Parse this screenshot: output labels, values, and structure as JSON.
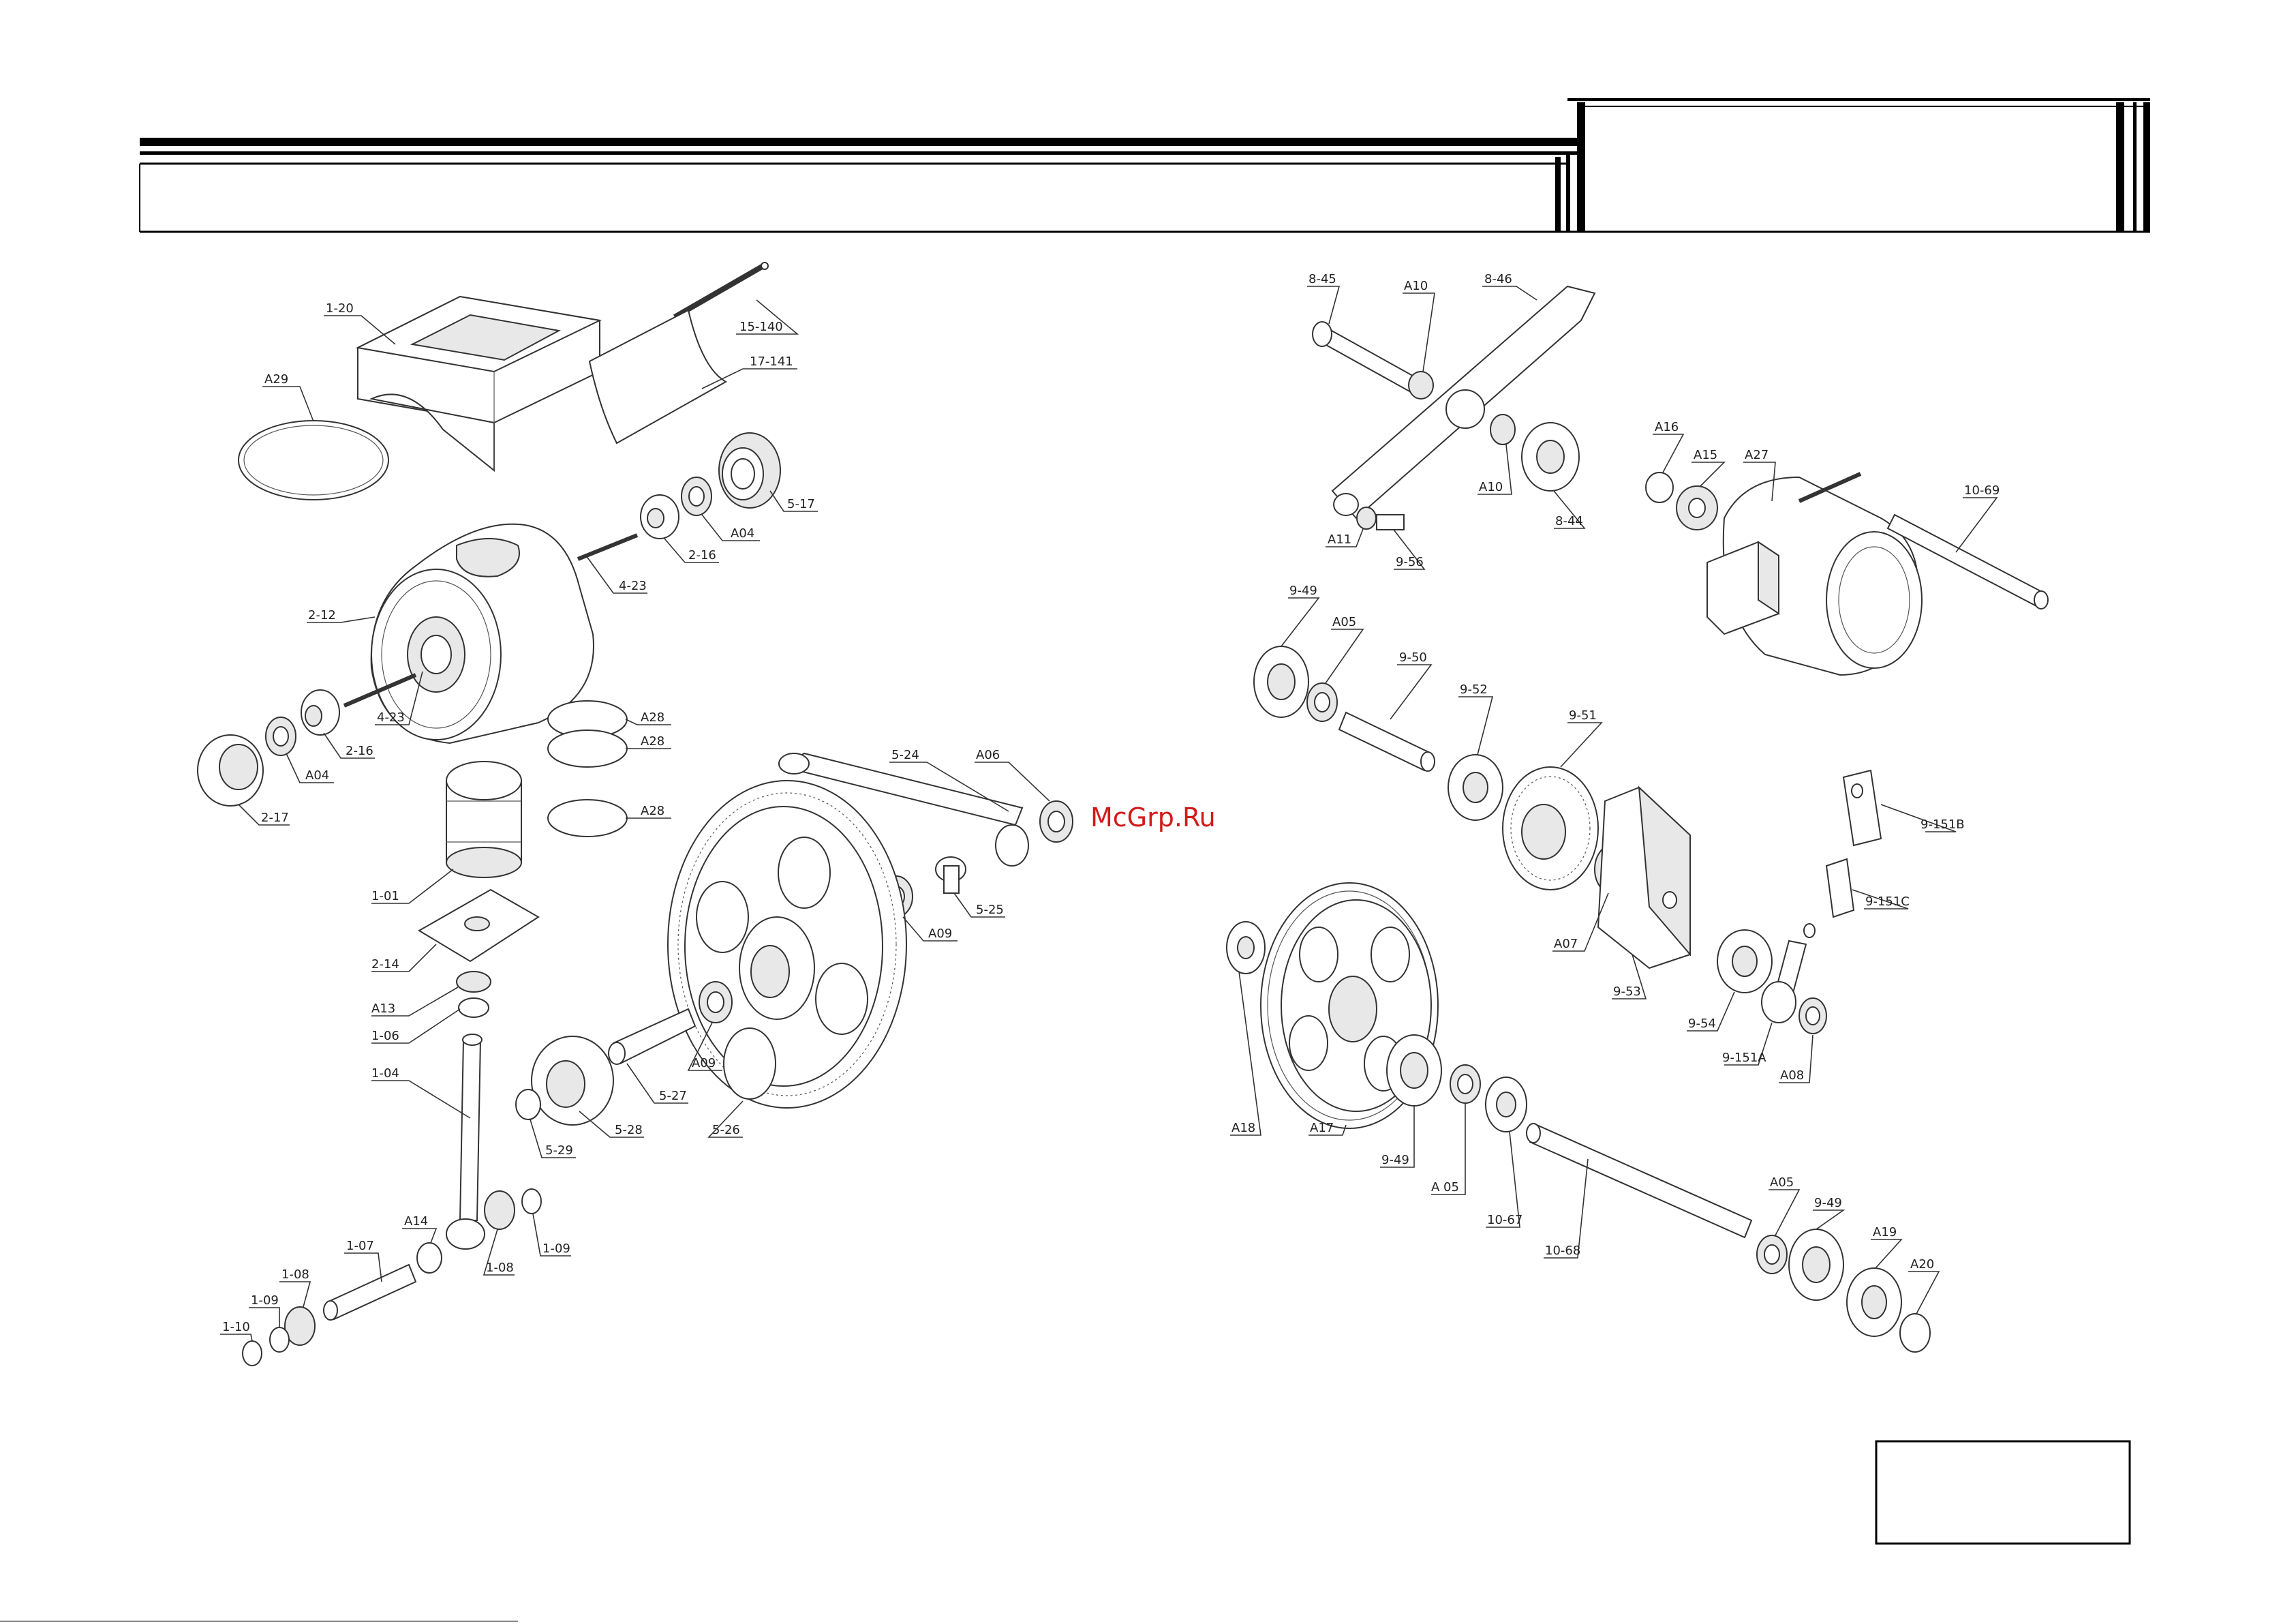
{
  "watermark": "McGrp.Ru",
  "left_callouts": [
    {
      "id": "c-1-20",
      "text": "1-20"
    },
    {
      "id": "c-15-140",
      "text": "15-140"
    },
    {
      "id": "c-17-141",
      "text": "17-141"
    },
    {
      "id": "c-A29",
      "text": "A29"
    },
    {
      "id": "c-5-17",
      "text": "5-17"
    },
    {
      "id": "c-A04a",
      "text": "A04"
    },
    {
      "id": "c-2-16a",
      "text": "2-16"
    },
    {
      "id": "c-4-23a",
      "text": "4-23"
    },
    {
      "id": "c-2-12",
      "text": "2-12"
    },
    {
      "id": "c-4-23b",
      "text": "4-23"
    },
    {
      "id": "c-2-16b",
      "text": "2-16"
    },
    {
      "id": "c-A04b",
      "text": "A04"
    },
    {
      "id": "c-2-17",
      "text": "2-17"
    },
    {
      "id": "c-A28a",
      "text": "A28"
    },
    {
      "id": "c-A28b",
      "text": "A28"
    },
    {
      "id": "c-A28c",
      "text": "A28"
    },
    {
      "id": "c-1-01",
      "text": "1-01"
    },
    {
      "id": "c-2-14",
      "text": "2-14"
    },
    {
      "id": "c-A13",
      "text": "A13"
    },
    {
      "id": "c-1-06",
      "text": "1-06"
    },
    {
      "id": "c-1-04",
      "text": "1-04"
    },
    {
      "id": "c-5-24",
      "text": "5-24"
    },
    {
      "id": "c-A06",
      "text": "A06"
    },
    {
      "id": "c-5-25",
      "text": "5-25"
    },
    {
      "id": "c-A09a",
      "text": "A09"
    },
    {
      "id": "c-A09b",
      "text": "A09"
    },
    {
      "id": "c-5-27",
      "text": "5-27"
    },
    {
      "id": "c-5-28",
      "text": "5-28"
    },
    {
      "id": "c-5-26",
      "text": "5-26"
    },
    {
      "id": "c-5-29",
      "text": "5-29"
    },
    {
      "id": "c-A14",
      "text": "A14"
    },
    {
      "id": "c-1-07",
      "text": "1-07"
    },
    {
      "id": "c-1-08a",
      "text": "1-08"
    },
    {
      "id": "c-1-09a",
      "text": "1-09"
    },
    {
      "id": "c-1-10",
      "text": "1-10"
    },
    {
      "id": "c-1-08b",
      "text": "1-08"
    },
    {
      "id": "c-1-09b",
      "text": "1-09"
    }
  ],
  "right_callouts": [
    {
      "id": "c-8-45",
      "text": "8-45"
    },
    {
      "id": "c-A10a",
      "text": "A10"
    },
    {
      "id": "c-8-46",
      "text": "8-46"
    },
    {
      "id": "c-A10b",
      "text": "A10"
    },
    {
      "id": "c-8-44",
      "text": "8-44"
    },
    {
      "id": "c-A11",
      "text": "A11"
    },
    {
      "id": "c-9-56",
      "text": "9-56"
    },
    {
      "id": "c-A16",
      "text": "A16"
    },
    {
      "id": "c-A15",
      "text": "A15"
    },
    {
      "id": "c-A27",
      "text": "A27"
    },
    {
      "id": "c-10-69",
      "text": "10-69"
    },
    {
      "id": "c-9-49a",
      "text": "9-49"
    },
    {
      "id": "c-A05a",
      "text": "A05"
    },
    {
      "id": "c-9-50",
      "text": "9-50"
    },
    {
      "id": "c-9-52",
      "text": "9-52"
    },
    {
      "id": "c-9-51",
      "text": "9-51"
    },
    {
      "id": "c-A07",
      "text": "A07"
    },
    {
      "id": "c-9-53",
      "text": "9-53"
    },
    {
      "id": "c-9-151B",
      "text": "9-151B"
    },
    {
      "id": "c-9-151C",
      "text": "9-151C"
    },
    {
      "id": "c-9-54",
      "text": "9-54"
    },
    {
      "id": "c-9-151A",
      "text": "9-151A"
    },
    {
      "id": "c-A08",
      "text": "A08"
    },
    {
      "id": "c-A18",
      "text": "A18"
    },
    {
      "id": "c-A17",
      "text": "A17"
    },
    {
      "id": "c-9-49b",
      "text": "9-49"
    },
    {
      "id": "c-A05b",
      "text": "A 05"
    },
    {
      "id": "c-10-67",
      "text": "10-67"
    },
    {
      "id": "c-10-68",
      "text": "10-68"
    },
    {
      "id": "c-A05c",
      "text": "A05"
    },
    {
      "id": "c-9-49c",
      "text": "9-49"
    },
    {
      "id": "c-A19",
      "text": "A19"
    },
    {
      "id": "c-A20",
      "text": "A20"
    }
  ]
}
